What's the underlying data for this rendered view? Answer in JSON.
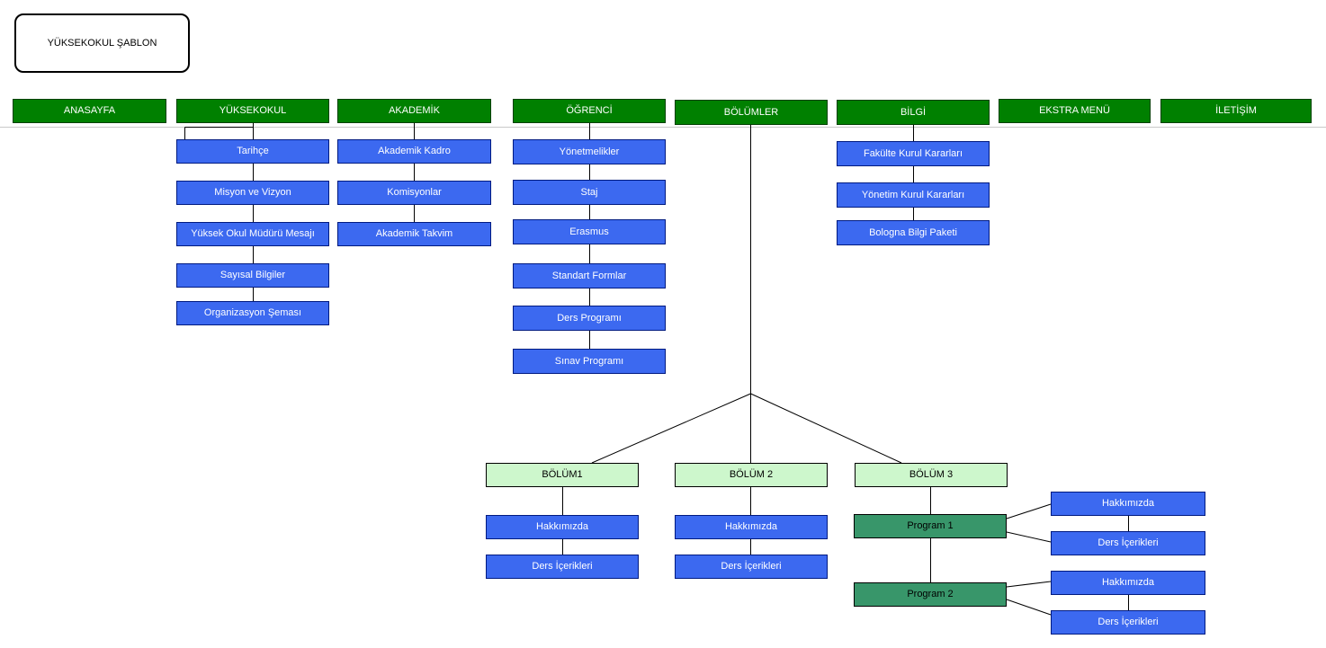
{
  "title_box": {
    "label": "YÜKSEKOKUL ŞABLON"
  },
  "colors": {
    "header-fill": "#008000",
    "header-border": "#004000",
    "node-fill": "#3c69f0",
    "node-border": "#001a80",
    "dept-fill": "#cdf7cc",
    "dept-border": "#000000",
    "program-fill": "#38966a",
    "program-border": "#000000",
    "line": "#000000",
    "grid-line": "#c9c9c9"
  },
  "menu": [
    {
      "label": "ANASAYFA",
      "children": []
    },
    {
      "label": "YÜKSEKOKUL",
      "children": [
        "Tarihçe",
        "Misyon ve Vizyon",
        "Yüksek Okul Müdürü Mesajı",
        "Sayısal Bilgiler",
        "Organizasyon Şeması"
      ]
    },
    {
      "label": "AKADEMİK",
      "children": [
        "Akademik Kadro",
        "Komisyonlar",
        "Akademik Takvim"
      ]
    },
    {
      "label": "ÖĞRENCİ",
      "children": [
        "Yönetmelikler",
        "Staj",
        "Erasmus",
        "Standart Formlar",
        "Ders Programı",
        "Sınav Programı"
      ]
    },
    {
      "label": "BÖLÜMLER",
      "children": []
    },
    {
      "label": "BİLGİ",
      "children": [
        "Fakülte Kurul Kararları",
        "Yönetim Kurul Kararları",
        "Bologna Bilgi Paketi"
      ]
    },
    {
      "label": "EKSTRA MENÜ",
      "children": []
    },
    {
      "label": "İLETİŞİM",
      "children": []
    }
  ],
  "departments": [
    {
      "label": "BÖLÜM1",
      "children": [
        "Hakkımızda",
        "Ders İçerikleri"
      ]
    },
    {
      "label": "BÖLÜM 2",
      "children": [
        "Hakkımızda",
        "Ders İçerikleri"
      ]
    },
    {
      "label": "BÖLÜM 3",
      "programs": [
        {
          "label": "Program 1",
          "children": [
            "Hakkımızda",
            "Ders İçerikleri"
          ]
        },
        {
          "label": "Program 2",
          "children": [
            "Hakkımızda",
            "Ders İçerikleri"
          ]
        }
      ]
    }
  ]
}
